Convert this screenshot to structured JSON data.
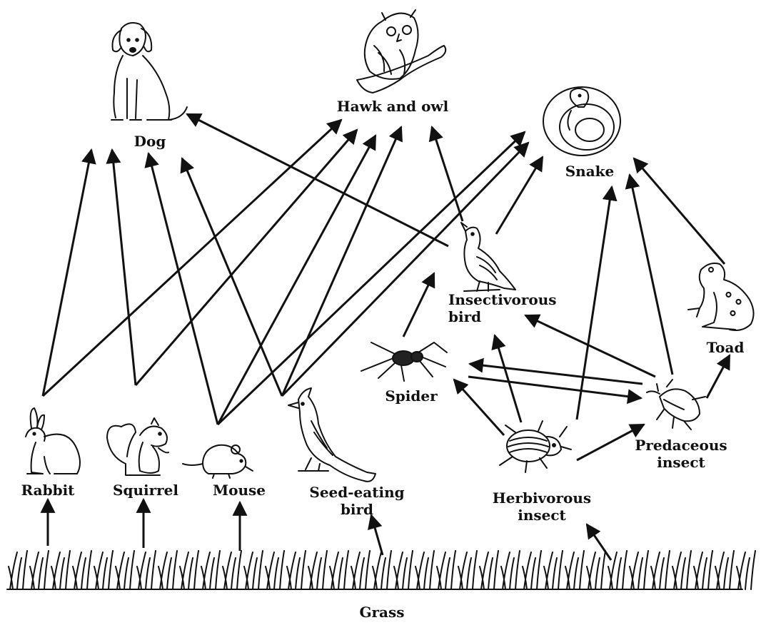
{
  "organisms": {
    "dog": "Dog",
    "hawk_owl": "Hawk and owl",
    "snake": "Snake",
    "insectivorous_bird": "Insectivorous bird",
    "toad": "Toad",
    "spider": "Spider",
    "predaceous_insect": "Predaceous insect",
    "rabbit": "Rabbit",
    "squirrel": "Squirrel",
    "mouse": "Mouse",
    "seed_eating_bird": "Seed-eating bird",
    "herbivorous_insect": "Herbivorous insect",
    "grass": "Grass"
  },
  "feeding_links": [
    [
      "grass",
      "rabbit"
    ],
    [
      "grass",
      "squirrel"
    ],
    [
      "grass",
      "mouse"
    ],
    [
      "grass",
      "seed_eating_bird"
    ],
    [
      "grass",
      "herbivorous_insect"
    ],
    [
      "rabbit",
      "dog"
    ],
    [
      "squirrel",
      "dog"
    ],
    [
      "mouse",
      "dog"
    ],
    [
      "seed_eating_bird",
      "dog"
    ],
    [
      "insectivorous_bird",
      "dog"
    ],
    [
      "rabbit",
      "hawk_owl"
    ],
    [
      "squirrel",
      "hawk_owl"
    ],
    [
      "mouse",
      "hawk_owl"
    ],
    [
      "seed_eating_bird",
      "hawk_owl"
    ],
    [
      "insectivorous_bird",
      "hawk_owl"
    ],
    [
      "mouse",
      "snake"
    ],
    [
      "seed_eating_bird",
      "snake"
    ],
    [
      "insectivorous_bird",
      "snake"
    ],
    [
      "herbivorous_insect",
      "snake"
    ],
    [
      "predaceous_insect",
      "snake"
    ],
    [
      "toad",
      "snake"
    ],
    [
      "spider",
      "insectivorous_bird"
    ],
    [
      "herbivorous_insect",
      "insectivorous_bird"
    ],
    [
      "predaceous_insect",
      "insectivorous_bird"
    ],
    [
      "herbivorous_insect",
      "spider"
    ],
    [
      "predaceous_insect",
      "spider"
    ],
    [
      "spider",
      "predaceous_insect"
    ],
    [
      "herbivorous_insect",
      "predaceous_insect"
    ],
    [
      "predaceous_insect",
      "toad"
    ]
  ],
  "icons": {
    "dog": "dog-icon",
    "hawk_owl": "owl-icon",
    "snake": "snake-icon",
    "insectivorous_bird": "bird-icon",
    "toad": "toad-icon",
    "spider": "spider-icon",
    "predaceous_insect": "beetle-icon",
    "rabbit": "rabbit-icon",
    "squirrel": "squirrel-icon",
    "mouse": "mouse-icon",
    "seed_eating_bird": "cardinal-icon",
    "herbivorous_insect": "beetle-icon",
    "grass": "grass-icon"
  },
  "colors": {
    "ink": "#111111",
    "background": "#ffffff"
  }
}
